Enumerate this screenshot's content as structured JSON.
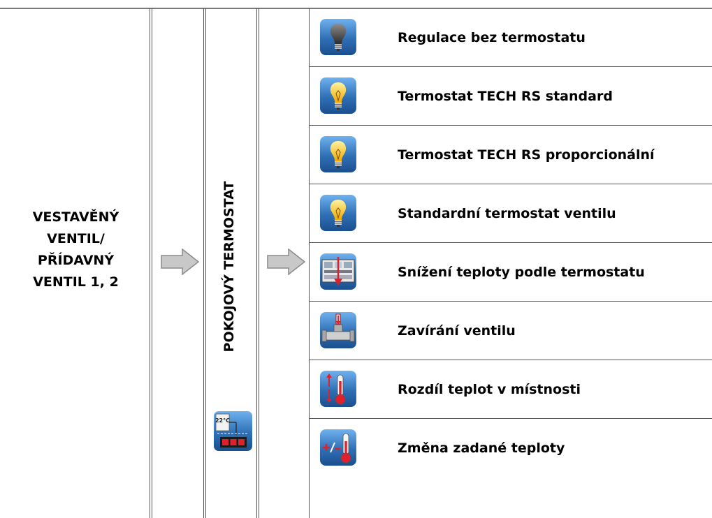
{
  "left": {
    "line1": "VESTAVĚNÝ",
    "line2": "VENTIL/",
    "line3": "PŘÍDAVNÝ",
    "line4": "VENTIL 1, 2"
  },
  "middle": {
    "label": "POKOJOVÝ TERMOSTAT",
    "icon": "room-thermostat-icon"
  },
  "rows": [
    {
      "label": "Regulace bez termostatu",
      "icon": "bulb-off-icon"
    },
    {
      "label": "Termostat TECH RS standard",
      "icon": "bulb-on-icon"
    },
    {
      "label": "Termostat TECH RS proporcionální",
      "icon": "bulb-on-icon"
    },
    {
      "label": "Standardní termostat ventilu",
      "icon": "bulb-on-icon"
    },
    {
      "label": "Snížení teploty podle termostatu",
      "icon": "temperature-lowering-icon"
    },
    {
      "label": "Zavírání ventilu",
      "icon": "valve-closing-icon"
    },
    {
      "label": "Rozdíl teplot v místnosti",
      "icon": "temperature-difference-icon"
    },
    {
      "label": "Změna zadané teploty",
      "icon": "set-temperature-change-icon"
    }
  ],
  "colors": {
    "icon_blue": "#2f6fb5",
    "arrow_gray": "#c8c8c8",
    "bulb_yellow": "#f5c400"
  }
}
